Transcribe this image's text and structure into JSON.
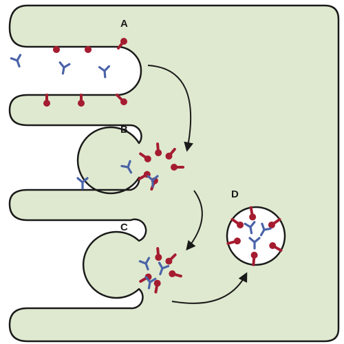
{
  "colors": {
    "cell_fill": "#dfe9cf",
    "cell_outline": "#1a1a1a",
    "receptor": "#a51c30",
    "ligand": "#4a63a8",
    "arrow": "#1a1a1a"
  },
  "icons": {
    "receptor": "receptor-icon",
    "ligand": "ligand-icon",
    "arrow": "curved-arrow-icon"
  },
  "stages": [
    {
      "id": "A",
      "label": "A"
    },
    {
      "id": "B",
      "label": "B"
    },
    {
      "id": "C",
      "label": "C"
    },
    {
      "id": "D",
      "label": "D"
    }
  ]
}
